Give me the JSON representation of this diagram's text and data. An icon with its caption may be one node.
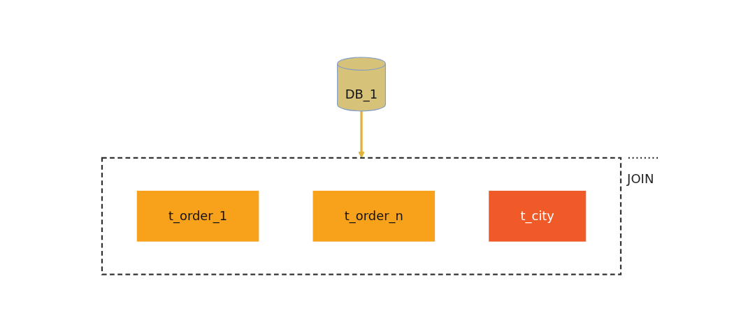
{
  "diagram": {
    "nodes": [
      {
        "text": [
          "DB_1"
        ]
      },
      {
        "text": [],
        "shape": "box"
      },
      {
        "text": [
          "t_order_1"
        ],
        "in": 1
      },
      {
        "text": [
          "t_order_n"
        ],
        "in": 1
      },
      {
        "text": [
          "t_city"
        ],
        "in": 1
      }
    ],
    "edges": [
      {
        "from": 0,
        "to": 1,
        "arrow": "to"
      }
    ],
    "labels": [
      "........",
      "JOIN"
    ]
  }
}
